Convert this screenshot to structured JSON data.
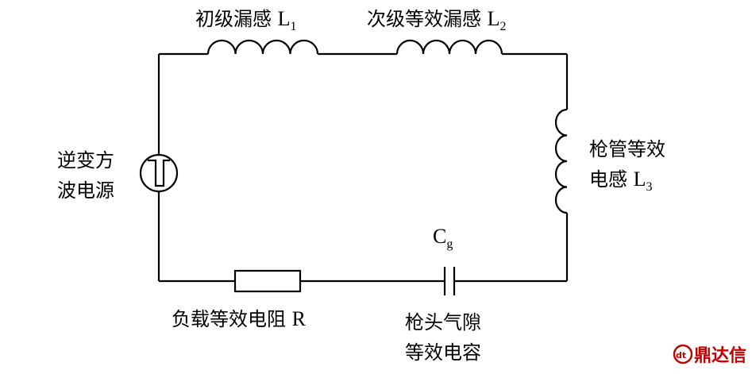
{
  "labels": {
    "L1_text": "初级漏感 ",
    "L1_sym": "L",
    "L1_sub": "1",
    "L2_text": "次级等效漏感 ",
    "L2_sym": "L",
    "L2_sub": "2",
    "L3_line1": "枪管等效",
    "L3_line2": "电感 ",
    "L3_sym": "L",
    "L3_sub": "3",
    "source_line1": "逆变方",
    "source_line2": "波电源",
    "R_text": "负载等效电阻 ",
    "R_sym": "R",
    "C_sym": "C",
    "C_sub": "g",
    "C_line1": "枪头气隙",
    "C_line2": "等效电容"
  },
  "watermark": {
    "icon_text": "dt",
    "text": "鼎达信"
  },
  "colors": {
    "line": "#000000",
    "watermark": "#c00000"
  }
}
